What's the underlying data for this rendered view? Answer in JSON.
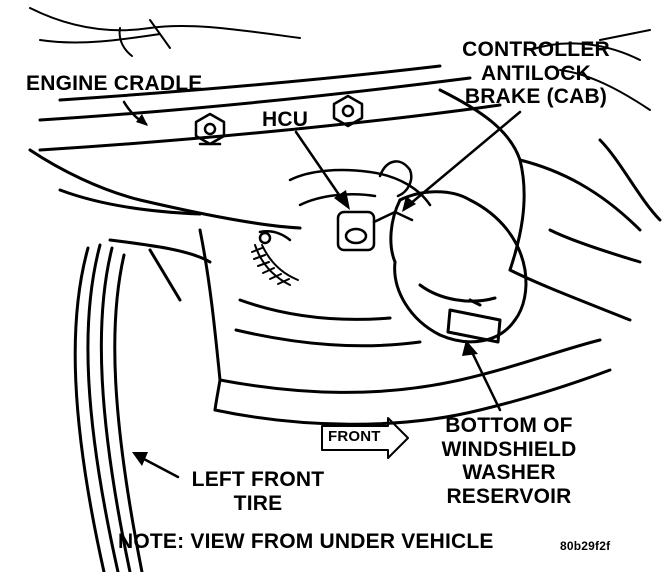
{
  "labels": {
    "engine_cradle": "ENGINE CRADLE",
    "hcu": "HCU",
    "controller_line1": "CONTROLLER",
    "controller_line2": "ANTILOCK",
    "controller_line3": "BRAKE (CAB)",
    "bottom_line1": "BOTTOM OF",
    "bottom_line2": "WINDSHIELD",
    "bottom_line3": "WASHER",
    "bottom_line4": "RESERVOIR",
    "front": "FRONT",
    "tire_line1": "LEFT FRONT",
    "tire_line2": "TIRE",
    "note": "NOTE: VIEW FROM UNDER VEHICLE",
    "figure_id": "80b29f2f"
  },
  "colors": {
    "ink": "#000000",
    "paper": "#ffffff"
  }
}
